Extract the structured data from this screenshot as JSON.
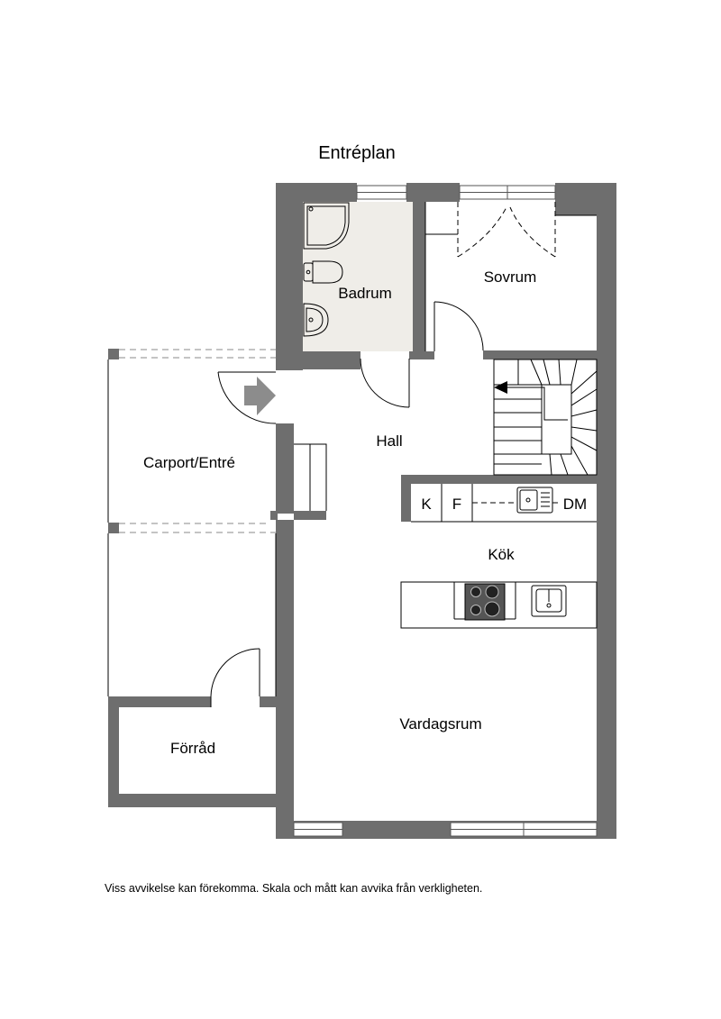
{
  "plan": {
    "title": "Entréplan",
    "disclaimer": "Viss avvikelse kan förekomma. Skala och mått kan avvika från verkligheten.",
    "rooms": {
      "badrum": "Badrum",
      "sovrum": "Sovrum",
      "hall": "Hall",
      "carport": "Carport/Entré",
      "kok": "Kök",
      "vardagsrum": "Vardagsrum",
      "forrad": "Förråd"
    },
    "appliances": {
      "k": "K",
      "f": "F",
      "dm": "DM"
    }
  },
  "colors": {
    "wall": "#6e6e6e",
    "bathroom_floor": "#efede8"
  }
}
